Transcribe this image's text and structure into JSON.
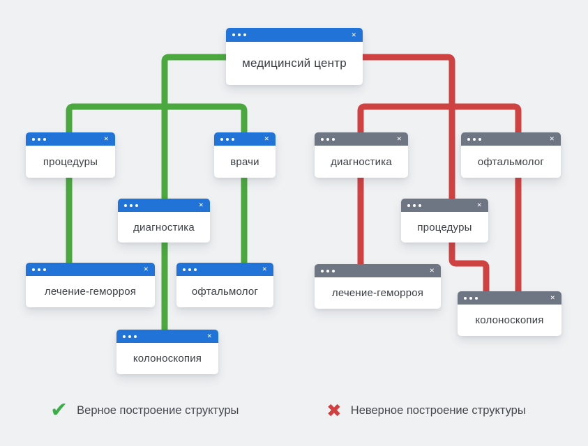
{
  "colors": {
    "background": "#eff1f3",
    "correct_line": "#4aa83e",
    "incorrect_line": "#cf4242",
    "blue_titlebar": "#2273d8",
    "gray_titlebar": "#6d7682",
    "check_green": "#3cae49",
    "cross_red": "#d33e3e"
  },
  "window_chrome": {
    "close": "✕"
  },
  "root_window": {
    "label": "медицинсий центр"
  },
  "correct_tree": {
    "windows": {
      "procedures": {
        "label": "процедуры"
      },
      "doctors": {
        "label": "врачи"
      },
      "diagnostics": {
        "label": "диагностика"
      },
      "hemorrhoid_treatment": {
        "label": "лечение-геморроя"
      },
      "ophthalmologist": {
        "label": "офтальмолог"
      },
      "colonoscopy": {
        "label": "колоноскопия"
      }
    }
  },
  "incorrect_tree": {
    "windows": {
      "diagnostics": {
        "label": "диагностика"
      },
      "ophthalmologist": {
        "label": "офтальмолог"
      },
      "procedures": {
        "label": "процедуры"
      },
      "hemorrhoid_treatment": {
        "label": "лечение-геморроя"
      },
      "colonoscopy": {
        "label": "колоноскопия"
      }
    }
  },
  "legend": {
    "check_icon": "✔",
    "cross_icon": "✖",
    "correct_label": "Верное построение структуры",
    "incorrect_label": "Неверное построение структуры"
  }
}
